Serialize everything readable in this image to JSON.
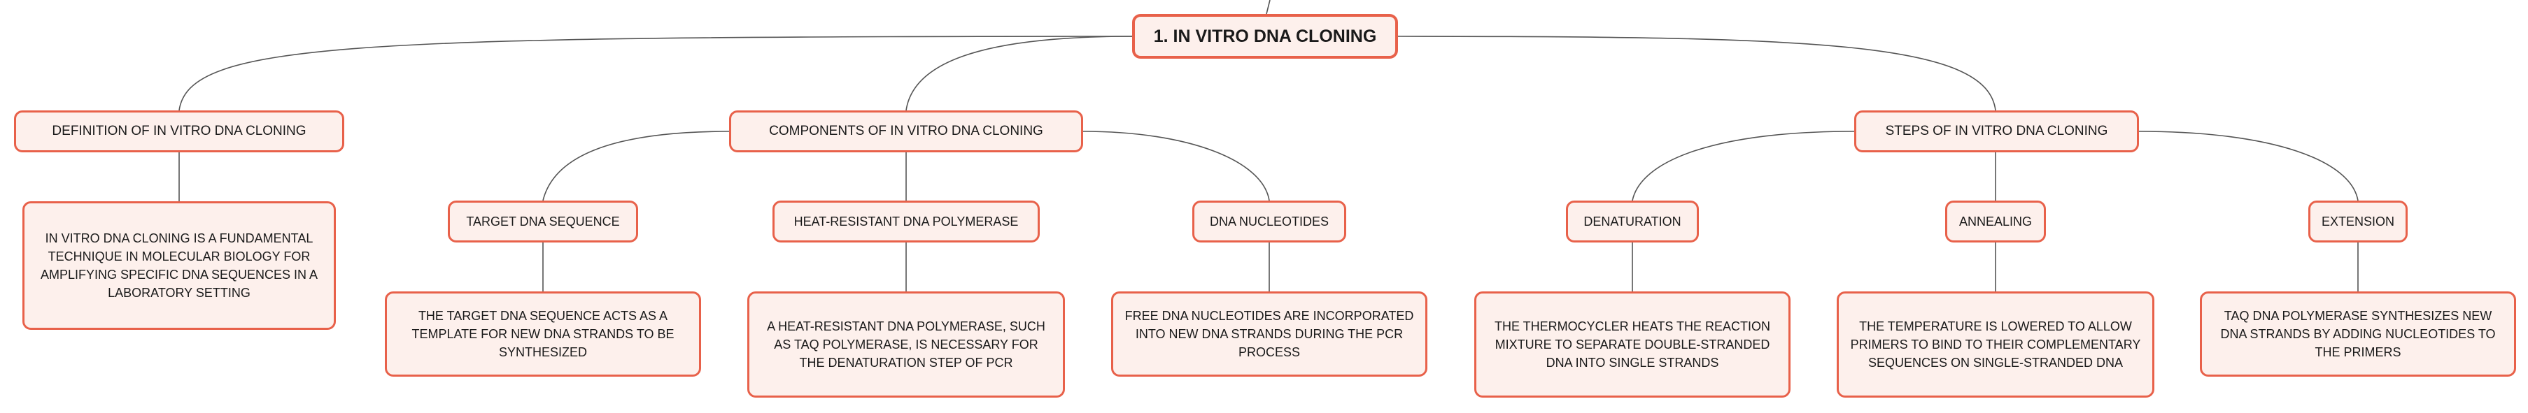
{
  "root": "1. IN VITRO DNA CLONING",
  "topics": {
    "definition": {
      "label": "DEFINITION OF IN VITRO DNA CLONING",
      "text": "IN VITRO DNA CLONING IS A FUNDAMENTAL TECHNIQUE IN MOLECULAR BIOLOGY FOR AMPLIFYING SPECIFIC DNA SEQUENCES IN A LABORATORY SETTING"
    },
    "components": {
      "label": "COMPONENTS OF IN VITRO DNA CLONING",
      "target": {
        "label": "TARGET DNA SEQUENCE",
        "text": "THE TARGET DNA SEQUENCE ACTS AS A TEMPLATE FOR NEW DNA STRANDS TO BE SYNTHESIZED"
      },
      "polymerase": {
        "label": "HEAT-RESISTANT DNA POLYMERASE",
        "text": "A HEAT-RESISTANT DNA POLYMERASE, SUCH AS TAQ POLYMERASE, IS NECESSARY FOR THE DENATURATION STEP OF PCR"
      },
      "nucleotides": {
        "label": "DNA NUCLEOTIDES",
        "text": "FREE DNA NUCLEOTIDES ARE INCORPORATED INTO NEW DNA STRANDS DURING THE PCR PROCESS"
      }
    },
    "steps": {
      "label": "STEPS OF IN VITRO DNA CLONING",
      "denaturation": {
        "label": "DENATURATION",
        "text": "THE THERMOCYCLER HEATS THE REACTION MIXTURE TO SEPARATE DOUBLE-STRANDED DNA INTO SINGLE STRANDS"
      },
      "annealing": {
        "label": "ANNEALING",
        "text": "THE TEMPERATURE IS LOWERED TO ALLOW PRIMERS TO BIND TO THEIR COMPLEMENTARY SEQUENCES ON SINGLE-STRANDED DNA"
      },
      "extension": {
        "label": "EXTENSION",
        "text": "TAQ DNA POLYMERASE SYNTHESIZES NEW DNA STRANDS BY ADDING NUCLEOTIDES TO THE PRIMERS"
      }
    }
  },
  "colors": {
    "border": "#e8614a",
    "fill": "#fdf0ec",
    "connector": "#555555"
  }
}
